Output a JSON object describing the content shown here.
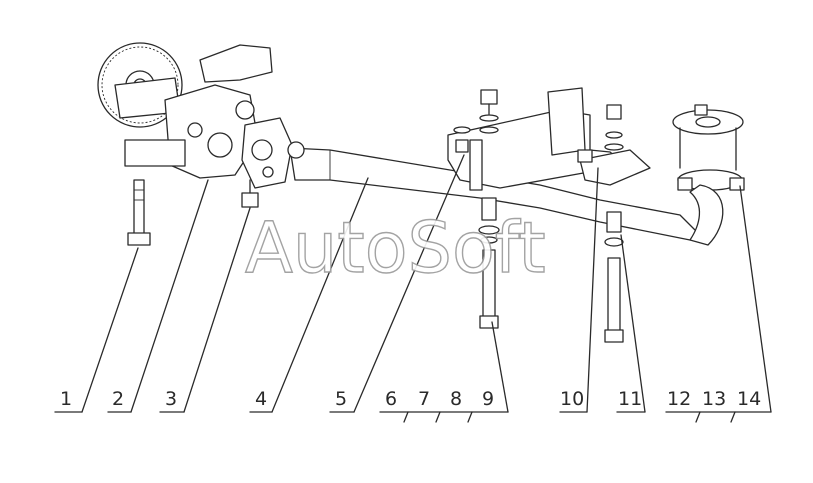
{
  "watermark": "AutoSoft",
  "callouts": [
    {
      "id": "c1",
      "text": "1"
    },
    {
      "id": "c2",
      "text": "2"
    },
    {
      "id": "c3",
      "text": "3"
    },
    {
      "id": "c4",
      "text": "4"
    },
    {
      "id": "c5",
      "text": "5"
    },
    {
      "id": "c6",
      "text": "6"
    },
    {
      "id": "c7",
      "text": "7"
    },
    {
      "id": "c8",
      "text": "8"
    },
    {
      "id": "c9",
      "text": "9"
    },
    {
      "id": "c10",
      "text": "10"
    },
    {
      "id": "c11",
      "text": "11"
    },
    {
      "id": "c12",
      "text": "12"
    },
    {
      "id": "c13",
      "text": "13"
    },
    {
      "id": "c14",
      "text": "14"
    }
  ],
  "colors": {
    "line": "#2a2a2a",
    "background": "#ffffff",
    "watermark_stroke": "#9a9a9a"
  }
}
